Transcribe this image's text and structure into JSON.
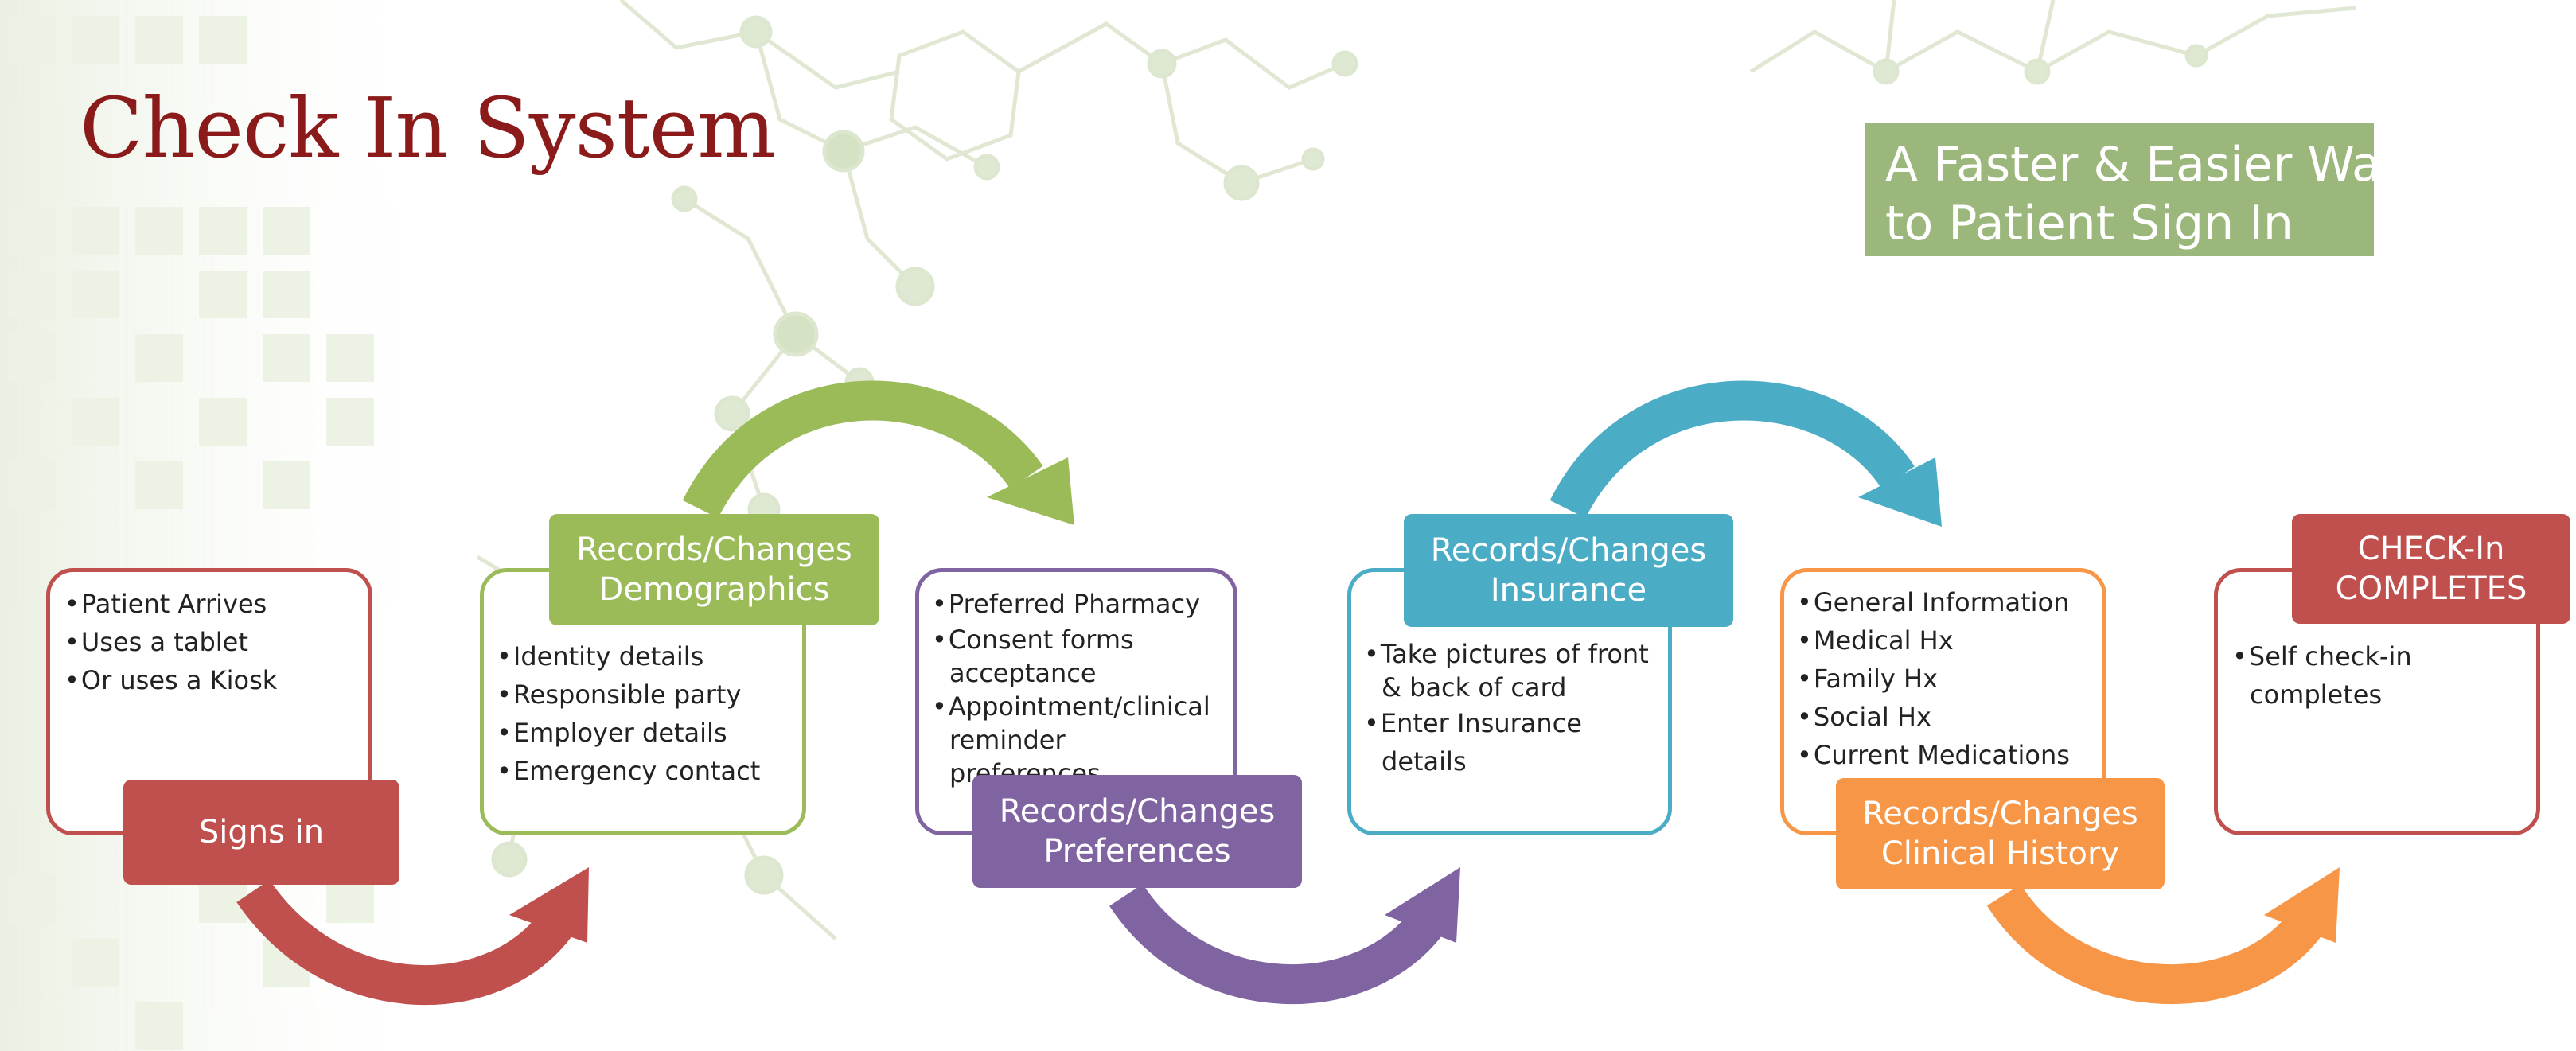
{
  "header": {
    "title": "Check In System",
    "tagline_line1": "A Faster & Easier Way",
    "tagline_line2": "to Patient Sign In"
  },
  "colors": {
    "title": "#8b1a1a",
    "tagline_bg": "#9bb77b",
    "red": "#c0504d",
    "green": "#9bbb59",
    "purple": "#8064a2",
    "teal": "#4bacc6",
    "orange": "#f79646"
  },
  "steps": [
    {
      "label_lines": [
        "Signs in"
      ],
      "bullets": [
        "Patient Arrives",
        "Uses a tablet",
        "Or uses a Kiosk"
      ]
    },
    {
      "label_lines": [
        "Records/Changes",
        "Demographics"
      ],
      "bullets": [
        "Identity details",
        "Responsible party",
        "Employer details",
        "Emergency contact"
      ]
    },
    {
      "label_lines": [
        "Records/Changes",
        "Preferences"
      ],
      "bullets": [
        "Preferred Pharmacy",
        "Consent forms acceptance",
        "Appointment/clinical reminder preferences"
      ]
    },
    {
      "label_lines": [
        "Records/Changes",
        "Insurance"
      ],
      "bullets": [
        "Take pictures of front & back of card",
        "Enter Insurance details"
      ]
    },
    {
      "label_lines": [
        "Records/Changes",
        "Clinical History"
      ],
      "bullets": [
        "General Information",
        "Medical Hx",
        "Family Hx",
        "Social Hx",
        "Current Medications"
      ]
    },
    {
      "label_lines": [
        "CHECK-In",
        "COMPLETES"
      ],
      "bullets": [
        "Self check-in completes"
      ]
    }
  ]
}
